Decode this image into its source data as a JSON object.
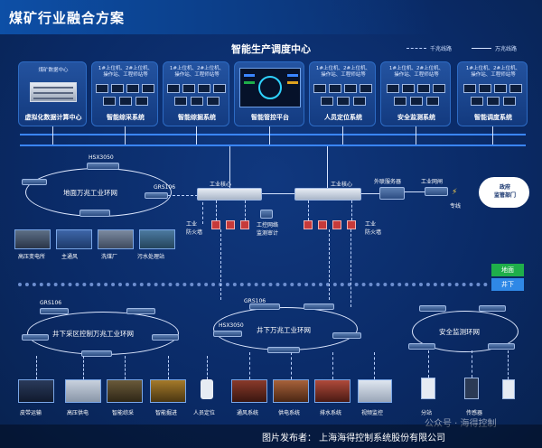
{
  "title": "煤矿行业融合方案",
  "center_title": "智能生产调度中心",
  "legend": {
    "gigabit": "千兆线路",
    "ten_gigabit": "万兆线路"
  },
  "top_panels": [
    {
      "sub": "煤矿数据中心",
      "label": "虚拟化数据计算中心"
    },
    {
      "sub": "1#上位机、2#上位机、\n操作站、工程师站等",
      "label": "智能综采系统"
    },
    {
      "sub": "1#上位机、2#上位机、\n操作站、工程师站等",
      "label": "智能综掘系统"
    },
    {
      "sub": "",
      "label": "智能管控平台"
    },
    {
      "sub": "1#上位机、2#上位机、\n操作站、工程师站等",
      "label": "人员定位系统"
    },
    {
      "sub": "1#上位机、2#上位机、\n操作站、工程师站等",
      "label": "安全监测系统"
    },
    {
      "sub": "1#上位机、2#上位机、\n操作站、工程师站等",
      "label": "智能调度系统"
    }
  ],
  "surface": {
    "device_model": "HSX3050",
    "grs": "GRS106",
    "ring_label": "地面万兆工业环网",
    "photos": [
      "高压变电所",
      "主通风",
      "洗煤厂",
      "污水处理站"
    ]
  },
  "core": {
    "core_left": "工业核心",
    "core_right": "工业核心",
    "external_server": "外联服务器",
    "gateway": "工业网闸",
    "dedicated_line": "专线",
    "gov_label": "政府\n监管部门",
    "fw_left": "工业\n防火墙",
    "fw_right": "工业\n防火墙",
    "audit": "工控网络\n监测审计"
  },
  "zones": {
    "ground": "地面",
    "underground": "井下"
  },
  "under": {
    "left": {
      "grs": "GRS106",
      "ring_label": "井下采区控制万兆工业环网"
    },
    "mid": {
      "grs": "GRS106",
      "model": "HSX3050",
      "ring_label": "井下万兆工业环网"
    },
    "right": {
      "ring_label": "安全监测环网"
    },
    "items": [
      "皮带运输",
      "高压供电",
      "智能综采",
      "智能掘进",
      "人员定位",
      "通风系统",
      "供电系统",
      "排水系统",
      "视频监控",
      "分站",
      "传感器"
    ]
  },
  "footer": "图片发布者：  上海海得控制系统股份有限公司",
  "watermark": "公众号 · 海得控制",
  "colors": {
    "background": "#0b2a66",
    "accent": "#3a86ff",
    "ground": "#1fae4a",
    "underground": "#2f88e6",
    "firewall": "#c63a3a"
  }
}
